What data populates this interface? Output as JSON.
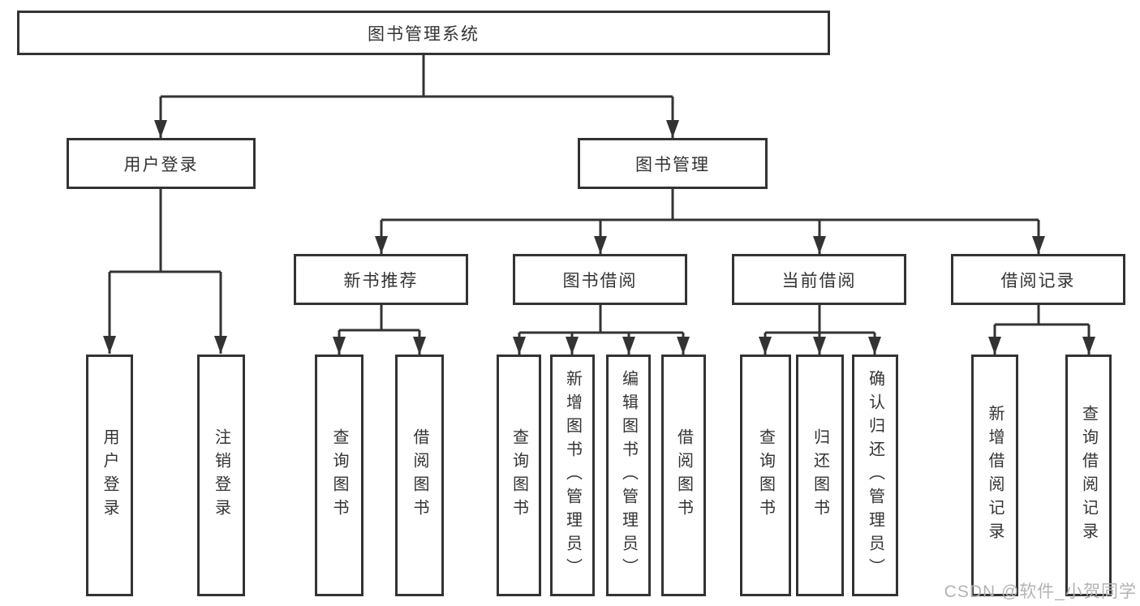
{
  "colors": {
    "line": "#333333",
    "box_border": "#333333",
    "text": "#333333",
    "watermark_text": "#b3b3b3",
    "background": "#ffffff"
  },
  "tree": {
    "label": "图书管理系统",
    "children": [
      {
        "label": "用户登录",
        "children": [
          {
            "label": "用户登录"
          },
          {
            "label": "注销登录"
          }
        ]
      },
      {
        "label": "图书管理",
        "children": [
          {
            "label": "新书推荐",
            "children": [
              {
                "label": "查询图书"
              },
              {
                "label": "借阅图书"
              }
            ]
          },
          {
            "label": "图书借阅",
            "children": [
              {
                "label": "查询图书"
              },
              {
                "label": "新增图书（管理员）"
              },
              {
                "label": "编辑图书（管理员）"
              },
              {
                "label": "借阅图书"
              }
            ]
          },
          {
            "label": "当前借阅",
            "children": [
              {
                "label": "查询图书"
              },
              {
                "label": "归还图书"
              },
              {
                "label": "确认归还（管理员）"
              }
            ]
          },
          {
            "label": "借阅记录",
            "children": [
              {
                "label": "新增借阅记录"
              },
              {
                "label": "查询借阅记录"
              }
            ]
          }
        ]
      }
    ]
  },
  "watermark": {
    "text": "CSDN @软件_小贺同学"
  }
}
